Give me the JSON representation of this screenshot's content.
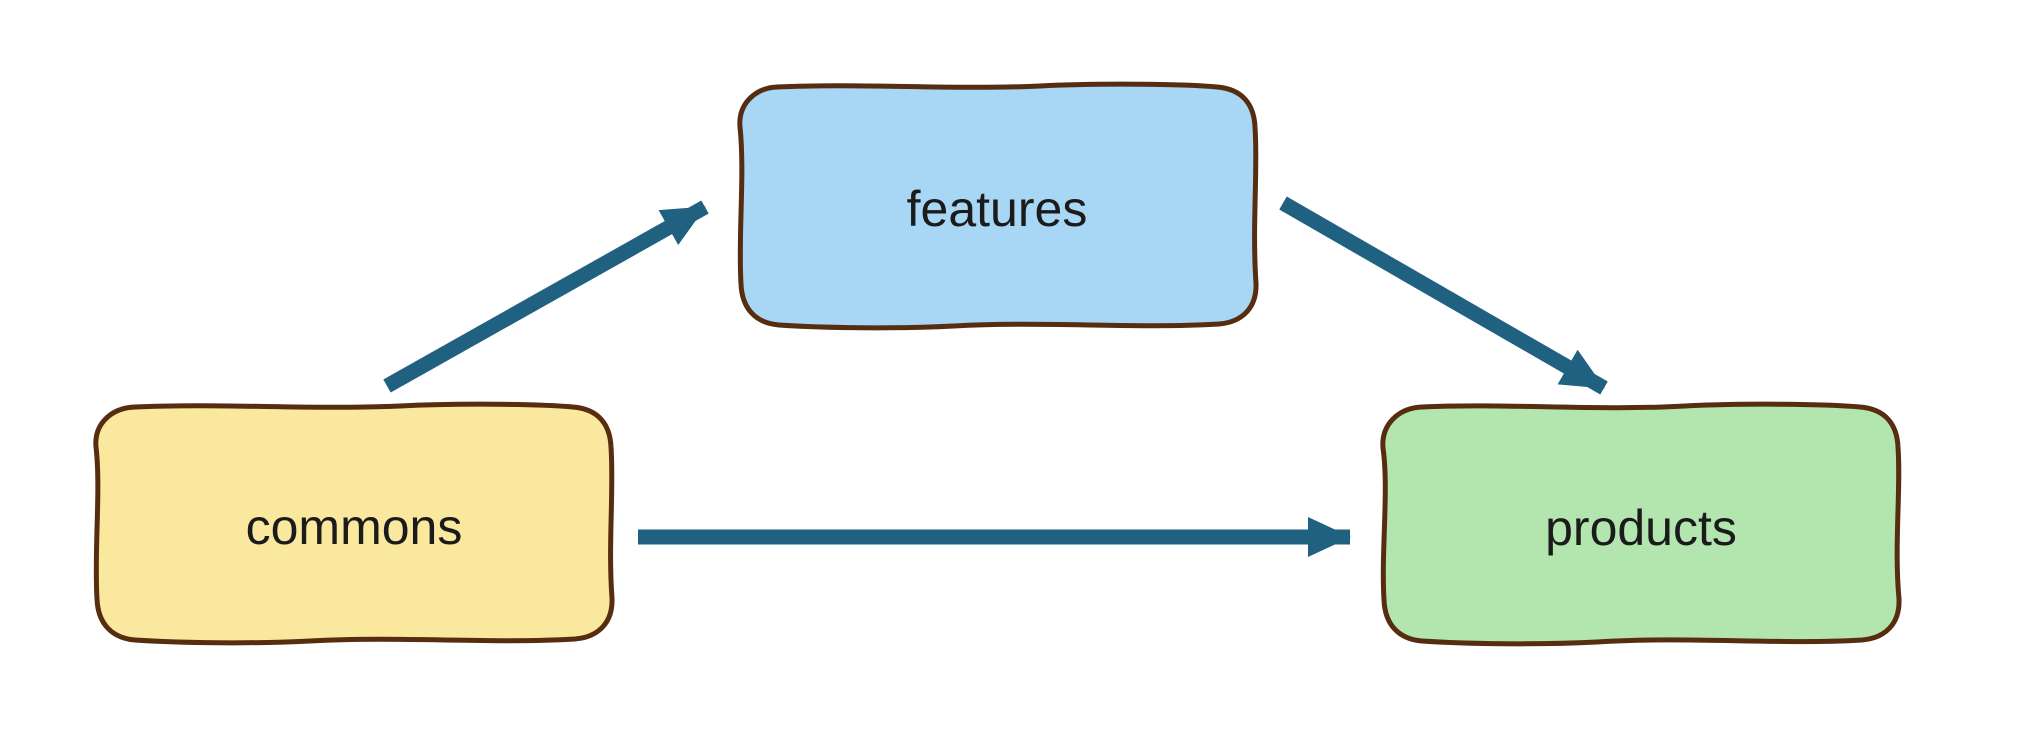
{
  "diagram": {
    "background": "#FFFFFF",
    "stroke_color": "#562D10",
    "arrow_color": "#206080",
    "text_color": "#1B1B1B",
    "nodes": [
      {
        "id": "commons",
        "label": "commons",
        "fill": "#FAE89E"
      },
      {
        "id": "features",
        "label": "features",
        "fill": "#A8D6F5"
      },
      {
        "id": "products",
        "label": "products",
        "fill": "#B3E6AE"
      }
    ],
    "edges": [
      {
        "from": "commons",
        "to": "features"
      },
      {
        "from": "commons",
        "to": "products"
      },
      {
        "from": "features",
        "to": "products"
      }
    ]
  }
}
